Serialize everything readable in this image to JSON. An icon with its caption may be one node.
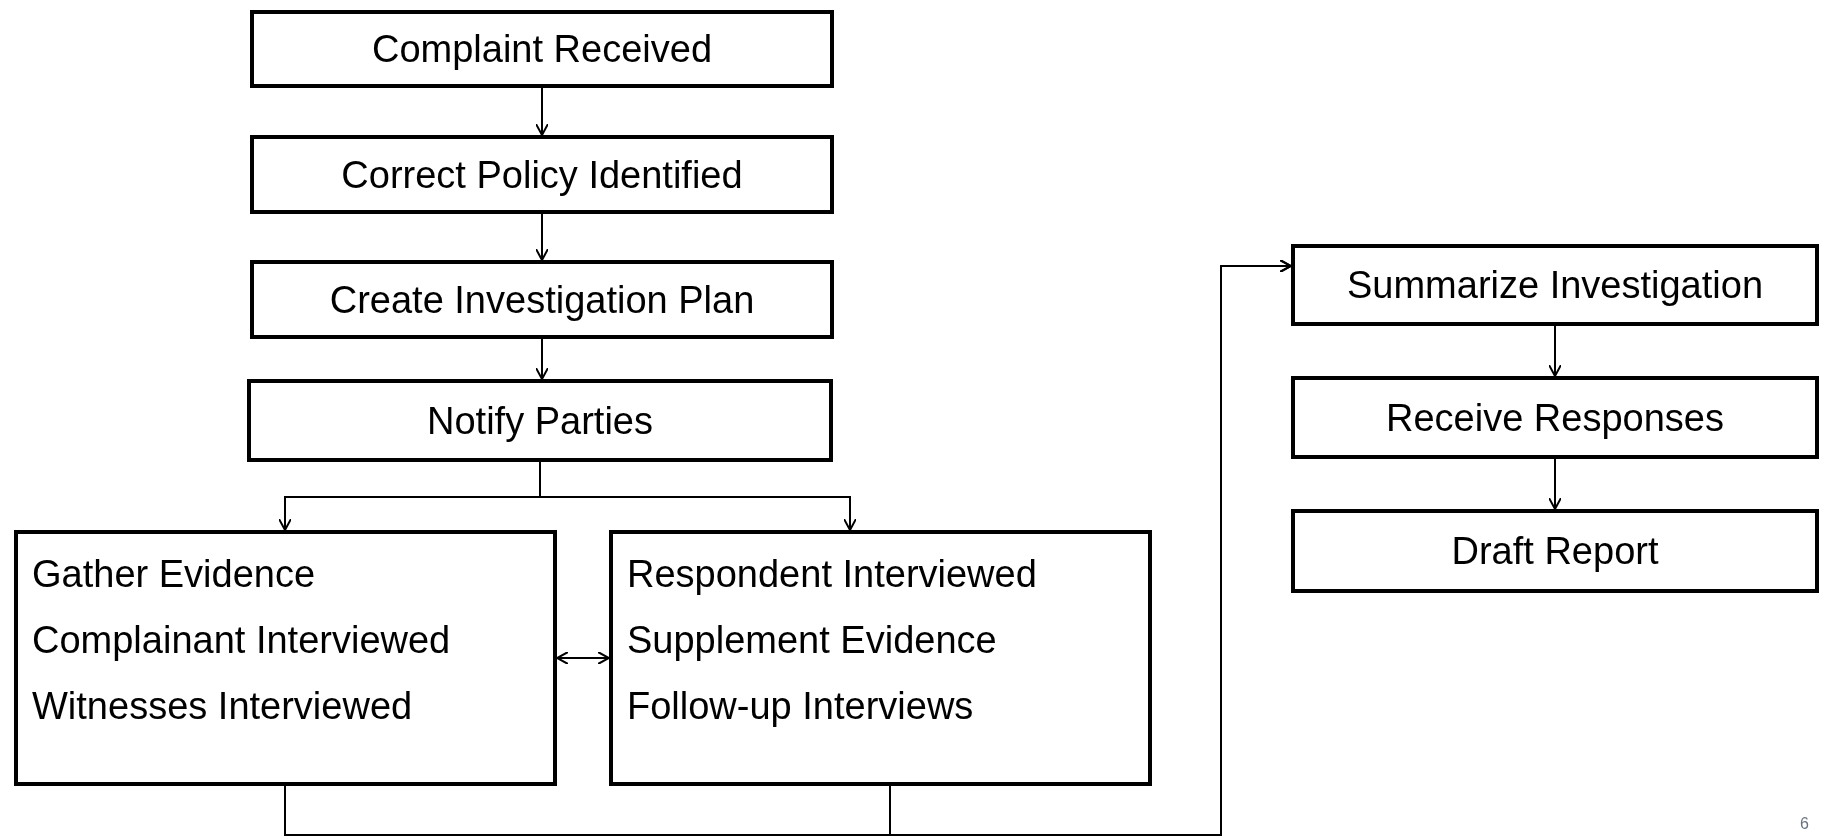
{
  "diagram": {
    "nodes": [
      {
        "text": [
          "Complaint Received"
        ]
      },
      {
        "text": [
          "Correct Policy Identified"
        ]
      },
      {
        "text": [
          "Create Investigation Plan"
        ]
      },
      {
        "text": [
          "Notify Parties"
        ]
      },
      {
        "text": [
          "Gather Evidence",
          "Complainant Interviewed",
          "Witnesses Interviewed"
        ]
      },
      {
        "text": [
          "Respondent Interviewed",
          "Supplement Evidence",
          "Follow-up Interviews"
        ]
      },
      {
        "text": [
          "Summarize Investigation"
        ]
      },
      {
        "text": [
          "Receive Responses"
        ]
      },
      {
        "text": [
          "Draft Report"
        ]
      }
    ],
    "edges": [
      {
        "from": 0,
        "to": 1,
        "arrow": "to"
      },
      {
        "from": 1,
        "to": 2,
        "arrow": "to"
      },
      {
        "from": 2,
        "to": 3,
        "arrow": "to"
      },
      {
        "from": 3,
        "to": 4,
        "arrow": "to"
      },
      {
        "from": 3,
        "to": 5,
        "arrow": "to"
      },
      {
        "from": 4,
        "to": 5,
        "arrow": "both"
      },
      {
        "from": 4,
        "to": 6,
        "arrow": "to"
      },
      {
        "from": 5,
        "to": 6,
        "arrow": "to"
      },
      {
        "from": 6,
        "to": 7,
        "arrow": "to"
      },
      {
        "from": 7,
        "to": 8,
        "arrow": "to"
      }
    ],
    "labels": [
      "6"
    ]
  }
}
